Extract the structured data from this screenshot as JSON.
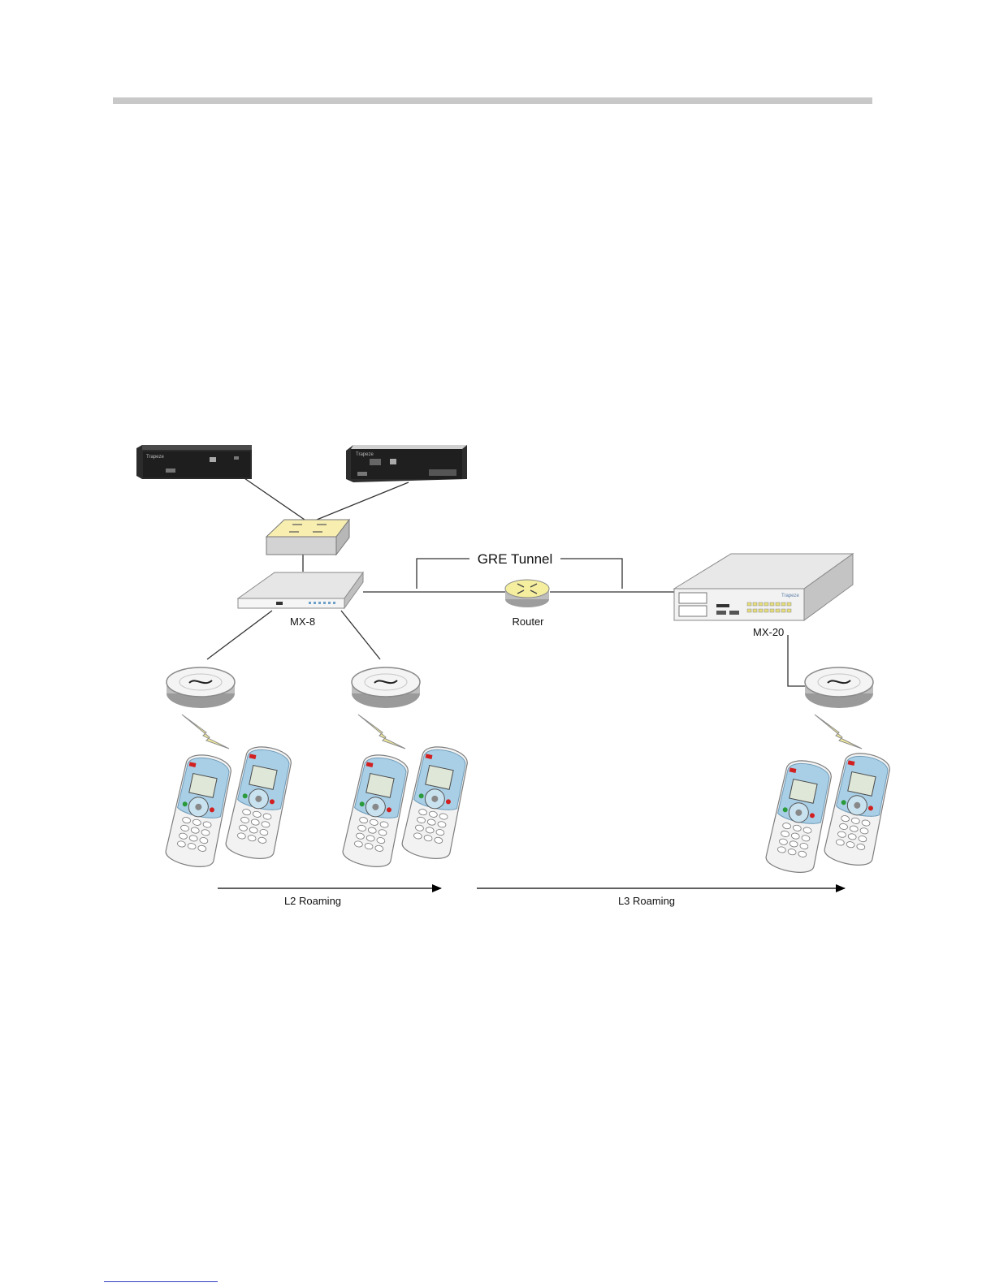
{
  "diagram": {
    "labels": {
      "gre_tunnel": "GRE Tunnel",
      "router": "Router",
      "mx8": "MX-8",
      "mx20": "MX-20",
      "l2_roaming": "L2 Roaming",
      "l3_roaming": "L3 Roaming"
    },
    "device_brand": "Trapeze",
    "colors": {
      "handset_body": "#a9cfe6",
      "handset_accent": "#d22020",
      "switch_top": "#f7eeb0",
      "lightning": "#f4ec9a",
      "chassis": "#2b2b2b",
      "line": "#333333"
    }
  }
}
